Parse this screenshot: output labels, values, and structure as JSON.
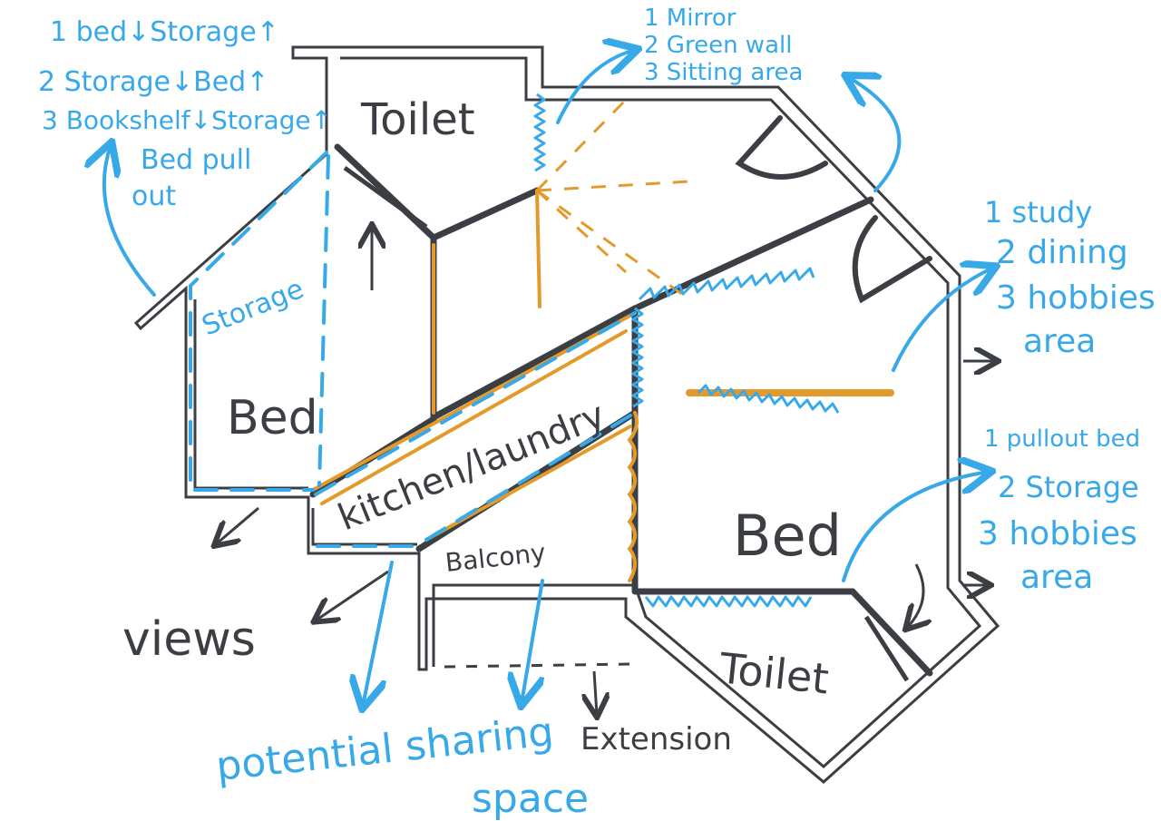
{
  "colors": {
    "ink": "#3b3f44",
    "annotation_blue": "#37a9e8",
    "partition_orange": "#e49a2b",
    "outline": "#3b3f44"
  },
  "rooms": {
    "toilet_top": "Toilet",
    "toilet_bottom": "Toilet",
    "bed_left": "Bed",
    "bed_right": "Bed",
    "kitchen": "kitchen/laundry",
    "balcony": "Balcony",
    "storage": "Storage"
  },
  "notes": {
    "top_left": [
      "1 bed↓Storage↑",
      "2 Storage↓Bed↑",
      "3 Bookshelf↓Storage↑",
      "Bed pull",
      "out"
    ],
    "top_middle": [
      "1 Mirror",
      "2 Green wall",
      "3 Sitting area"
    ],
    "right_middle": [
      "1 study",
      "2 dining",
      "3 hobbies",
      "area"
    ],
    "right_lower": [
      "1 pullout bed",
      "2 Storage",
      "3 hobbies",
      "area"
    ],
    "views": "views",
    "potential": [
      "potential sharing",
      "space"
    ],
    "extension": "Extension"
  }
}
